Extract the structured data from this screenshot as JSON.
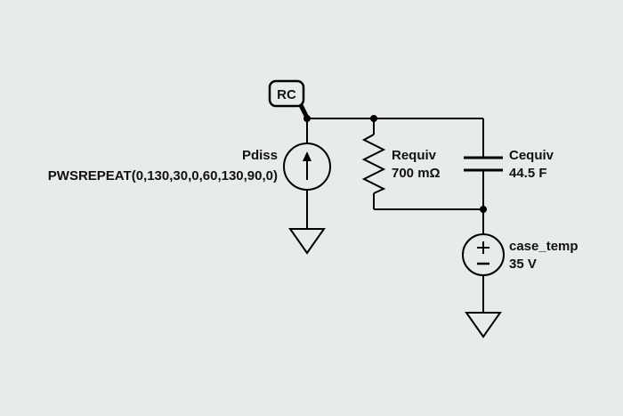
{
  "diagram": {
    "kind": "thermal-equivalent-rc-circuit-schematic",
    "node": {
      "label": "RC"
    },
    "current_source": {
      "name": "Pdiss",
      "value": "PWSREPEAT(0,130,30,0,60,130,90,0)"
    },
    "resistor": {
      "name": "Requiv",
      "value": "700 mΩ"
    },
    "capacitor": {
      "name": "Cequiv",
      "value": "44.5 F"
    },
    "voltage_source": {
      "name": "case_temp",
      "value": "35 V"
    },
    "colors": {
      "background": "#e8ece9",
      "wire": "#000000",
      "text": "#111111"
    }
  }
}
